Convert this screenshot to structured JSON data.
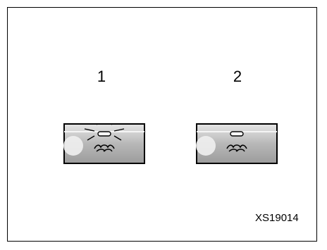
{
  "figure": {
    "panels": [
      {
        "number": "1",
        "indicator": "lit"
      },
      {
        "number": "2",
        "indicator": "off"
      }
    ],
    "reference_code": "XS19014"
  }
}
